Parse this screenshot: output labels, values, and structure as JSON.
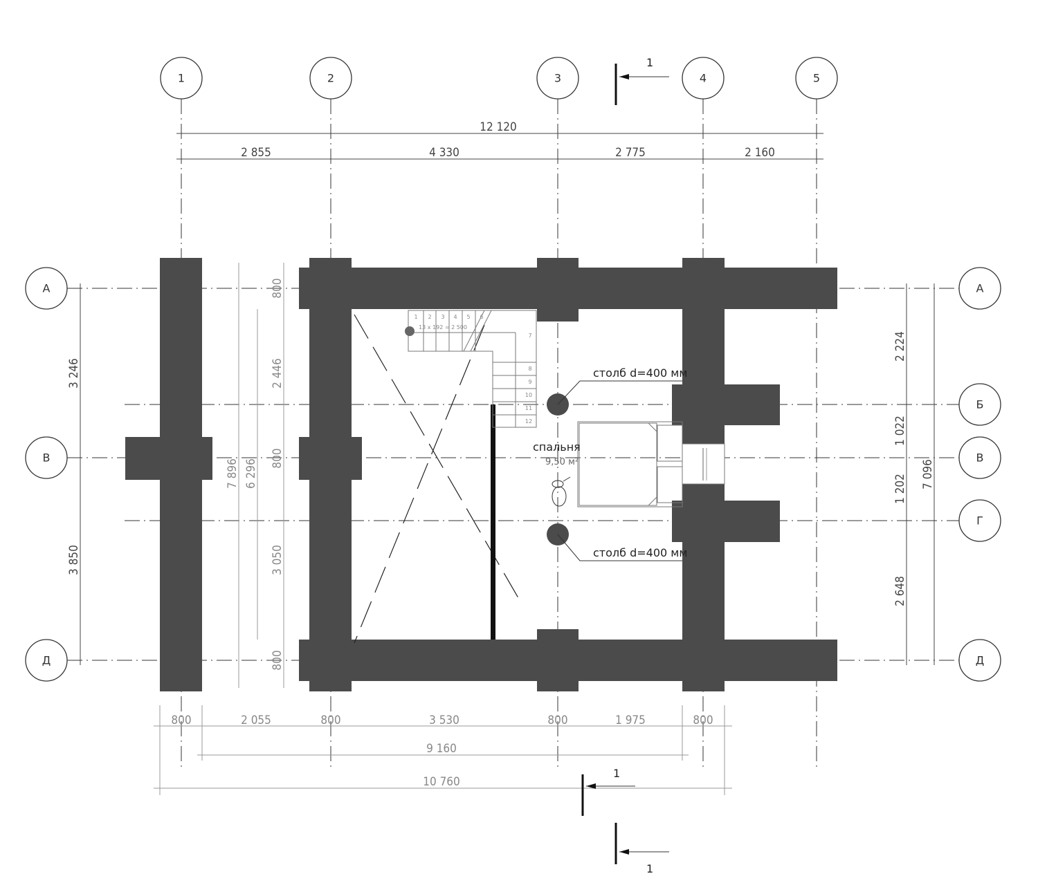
{
  "axes_x": [
    "1",
    "2",
    "3",
    "4",
    "5"
  ],
  "axes_y": [
    "А",
    "Б",
    "В",
    "Г",
    "Д"
  ],
  "dims_top": {
    "total": "12 120",
    "parts": [
      "2 855",
      "4 330",
      "2 775",
      "2 160"
    ]
  },
  "dims_bottom": {
    "parts": [
      "800",
      "2 055",
      "800",
      "3 530",
      "800",
      "1 975",
      "800"
    ],
    "mid": "9 160",
    "total": "10 760"
  },
  "dims_left": [
    "3 246",
    "3 850"
  ],
  "dims_inner": {
    "outer": "7 896",
    "inner": "6 296",
    "parts": [
      "800",
      "2 446",
      "800",
      "3 050",
      "800"
    ]
  },
  "dims_right": {
    "parts": [
      "2 224",
      "1 022",
      "1 202",
      "2 648"
    ],
    "total": "7 096"
  },
  "section_mark": "1",
  "stairs": {
    "label": "13 x 192 = 2 500",
    "steps": [
      "1",
      "2",
      "3",
      "4",
      "5",
      "6",
      "7",
      "8",
      "9",
      "10",
      "11",
      "12"
    ]
  },
  "column_note": "столб d=400 мм",
  "room": {
    "name": "спальня",
    "area": "9,50 м²"
  }
}
